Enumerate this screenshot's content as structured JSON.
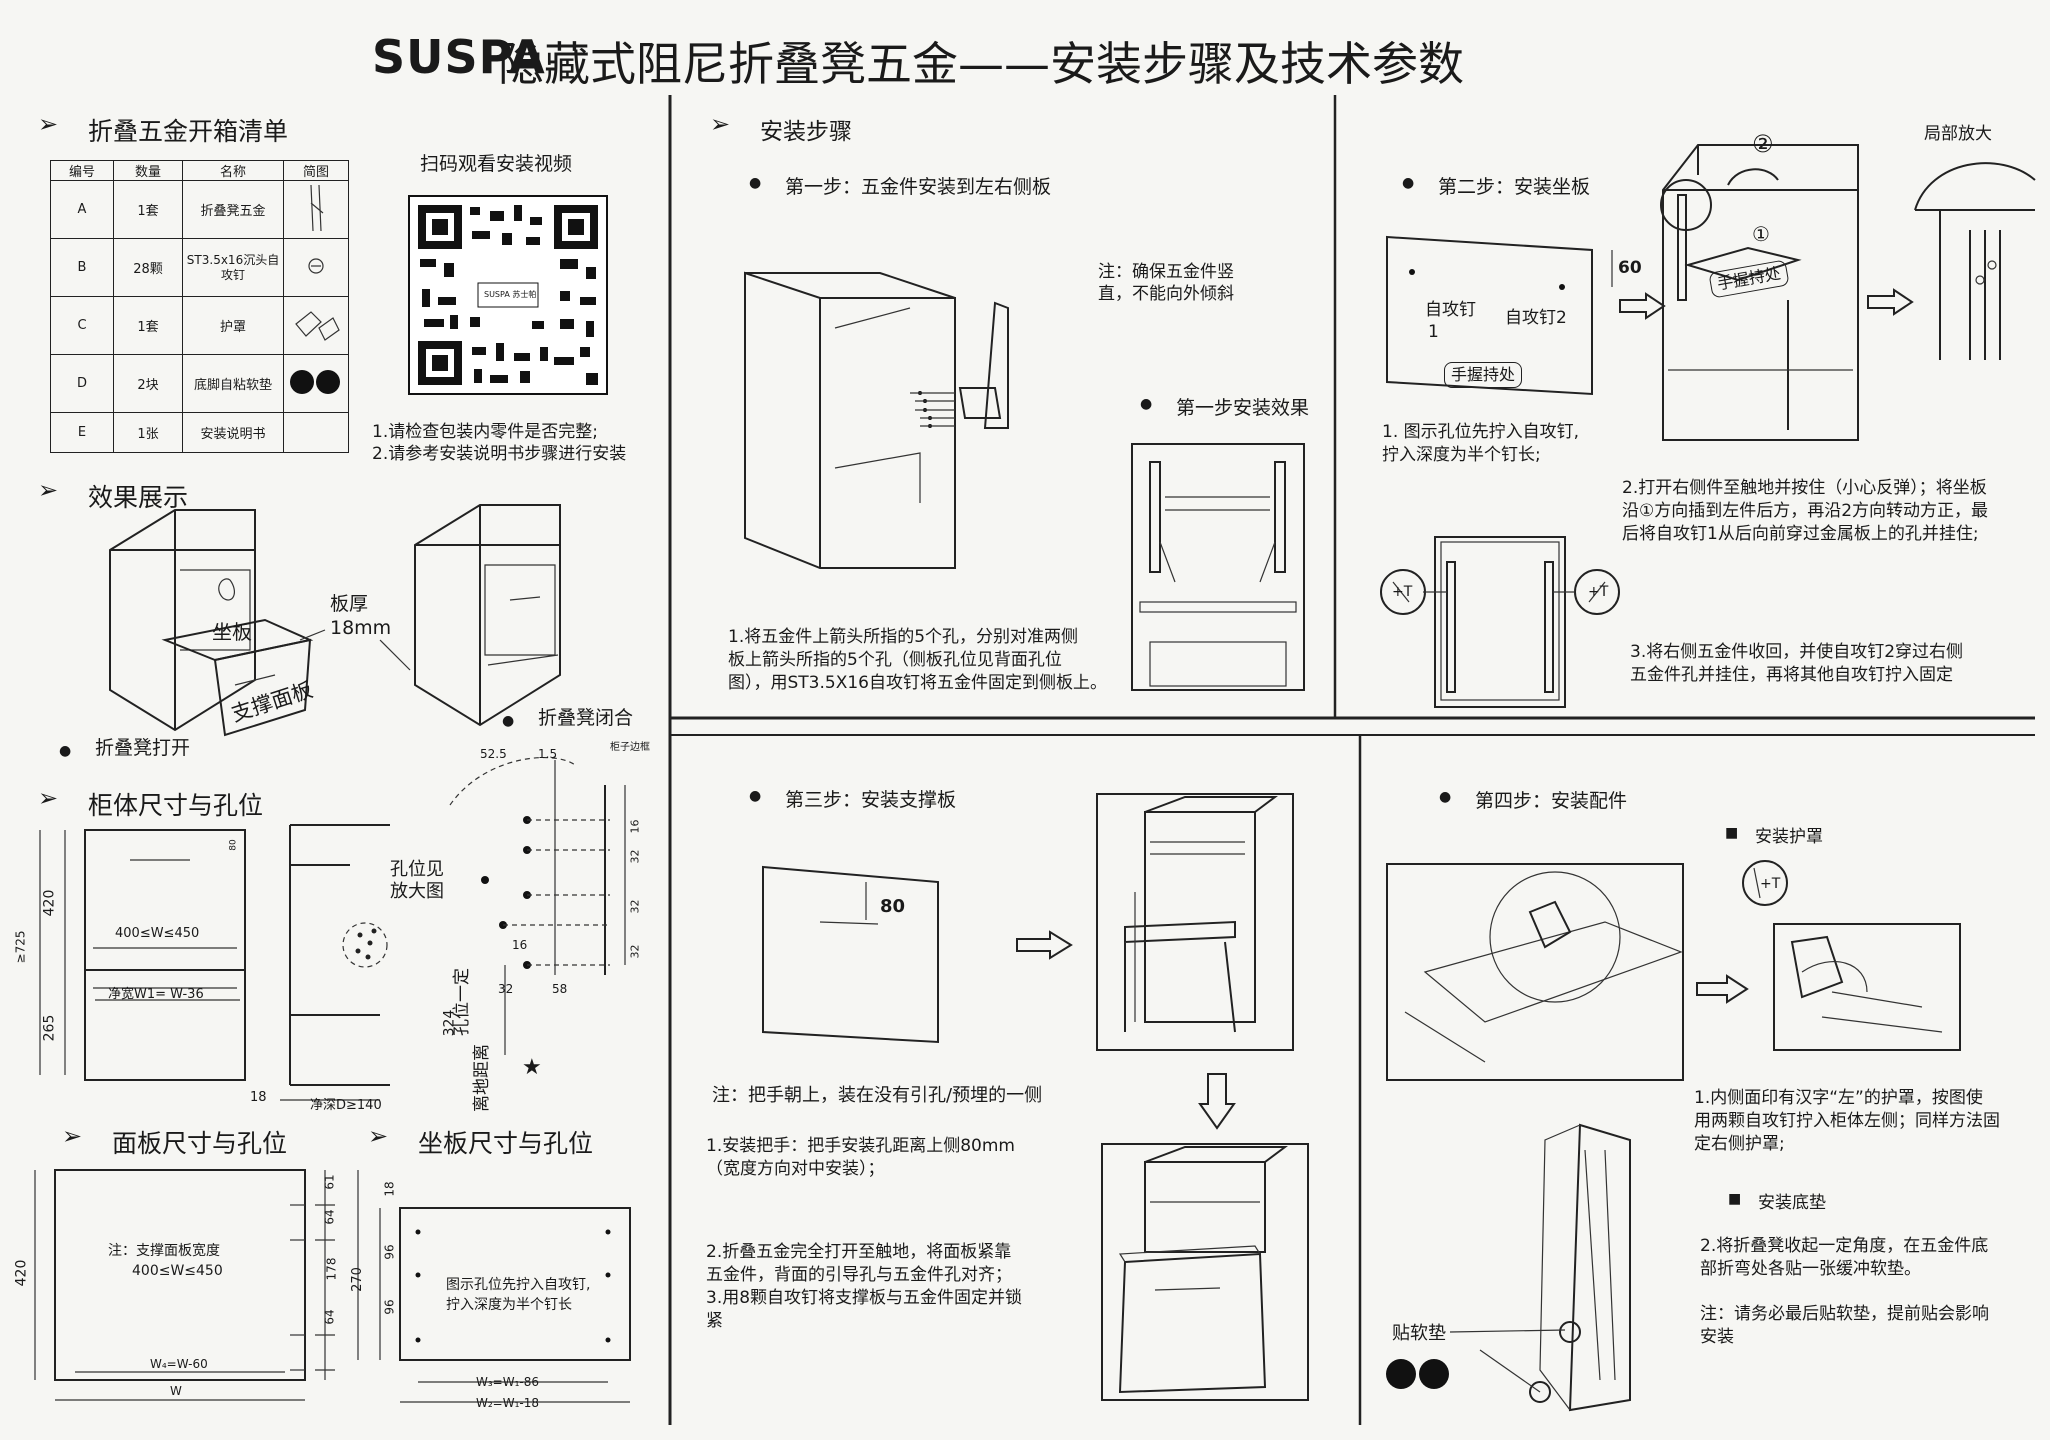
{
  "header": {
    "brand": "SUSPA",
    "title": "隐藏式阻尼折叠凳五金——安装步骤及技术参数"
  },
  "left": {
    "packing_title": "折叠五金开箱清单",
    "table_headers": [
      "编号",
      "数量",
      "名称",
      "简图"
    ],
    "table_rows": [
      {
        "id": "A",
        "qty": "1套",
        "name": "折叠凳五金"
      },
      {
        "id": "B",
        "qty": "28颗",
        "name": "ST3.5x16沉头自攻钉"
      },
      {
        "id": "C",
        "qty": "1套",
        "name": "护罩"
      },
      {
        "id": "D",
        "qty": "2块",
        "name": "底脚自粘软垫"
      },
      {
        "id": "E",
        "qty": "1张",
        "name": "安装说明书"
      }
    ],
    "qr_caption": "扫码观看安装视频",
    "qr_logo": "SUSPA 苏士帕",
    "check_note_1": "1.请检查包装内零件是否完整;",
    "check_note_2": "2.请参考安装说明书步骤进行安装",
    "effect_title": "效果展示",
    "label_seat": "坐板",
    "label_support": "支撑面板",
    "label_thickness": "板厚",
    "label_thickness_val": "18mm",
    "label_open": "折叠凳打开",
    "label_closed": "折叠凳闭合",
    "cabinet_title": "柜体尺寸与孔位",
    "dims": {
      "h725": "≥725",
      "h420": "420",
      "h265": "265",
      "w_range": "400≤W≤450",
      "w1": "净宽W1= W-36",
      "d": "净深D≥140",
      "t18": "18",
      "d80": "80",
      "hole_note_1": "孔位见",
      "hole_note_2": "放大图",
      "d525": "52.5",
      "d15": "1.5",
      "edge": "柜子边框",
      "d16": "16",
      "d32": "32",
      "d58": "58",
      "d324": "324",
      "floor_note_1": "孔位一定",
      "floor_note_2": "离地距离",
      "v16": "16",
      "v32a": "32",
      "v32b": "32",
      "v32c": "32"
    },
    "panel_title": "面板尺寸与孔位",
    "panel_note_1": "注：支撑面板宽度",
    "panel_note_2": "400≤W≤450",
    "panel_h420": "420",
    "panel_w": "W",
    "panel_w4": "W₄=W-60",
    "panel_dims": [
      "61",
      "64",
      "178",
      "64"
    ],
    "seat_title": "坐板尺寸与孔位",
    "seat_note_1": "图示孔位先拧入自攻钉,",
    "seat_note_2": "拧入深度为半个钉长",
    "seat_dims": {
      "d18": "18",
      "d96a": "96",
      "d96b": "96",
      "d270": "270",
      "w3": "W₃=W₁-86",
      "w2": "W₂=W₁-18"
    }
  },
  "middle": {
    "steps_title": "安装步骤",
    "step1_title": "第一步：五金件安装到左右侧板",
    "step1_note_1": "注：确保五金件竖",
    "step1_note_2": "直，不能向外倾斜",
    "step1_effect": "第一步安装效果",
    "step1_text_1": "1.将五金件上箭头所指的5个孔，分别对准两侧",
    "step1_text_2": "板上箭头所指的5个孔（侧板孔位见背面孔位",
    "step1_text_3": "图），用ST3.5X16自攻钉将五金件固定到侧板上。",
    "step3_title": "第三步：安装支撑板",
    "step3_dim": "80",
    "step3_note": "注：把手朝上，装在没有引孔/预埋的一侧",
    "step3_text_1": "1.安装把手：把手安装孔距离上侧80mm",
    "step3_text_2": "（宽度方向对中安装）；",
    "step3_text_3": "2.折叠五金完全打开至触地，将面板紧靠",
    "step3_text_4": "五金件，背面的引导孔与五金件孔对齐；",
    "step3_text_5": "3.用8颗自攻钉将支撑板与五金件固定并锁",
    "step3_text_6": "紧"
  },
  "right": {
    "step2_title": "第二步：安装坐板",
    "zoom_label": "局部放大",
    "dim60": "60",
    "screw1": "自攻钉",
    "screw1_n": "1",
    "screw2": "自攻钉2",
    "grip": "手握持处",
    "grip2": "手握持处",
    "circle1": "①",
    "circle2": "②",
    "step2_text_1": "1. 图示孔位先拧入自攻钉,",
    "step2_text_2": "拧入深度为半个钉长;",
    "step2_text_3": "2.打开右侧件至触地并按住（小心反弹）；将坐板",
    "step2_text_4": "沿①方向插到左件后方，再沿2方向转动方正，最",
    "step2_text_5": "后将自攻钉1从后向前穿过金属板上的孔并挂住;",
    "step2_text_6": "3.将右侧五金件收回，并使自攻钉2穿过右侧",
    "step2_text_7": "五金件孔并挂住，再将其他自攻钉拧入固定",
    "step4_title": "第四步：安装配件",
    "guard_title": "安装护罩",
    "step4_text_1": "1.内侧面印有汉字“左”的护罩，按图使",
    "step4_text_2": "用两颗自攻钉拧入柜体左侧；同样方法固",
    "step4_text_3": "定右侧护罩;",
    "foot_title": "安装底垫",
    "step4_text_4": "2.将折叠凳收起一定角度，在五金件底",
    "step4_text_5": "部折弯处各贴一张缓冲软垫。",
    "step4_note_1": "注：请务必最后贴软垫，提前贴会影响",
    "step4_note_2": "安装",
    "pad_label": "贴软垫"
  }
}
